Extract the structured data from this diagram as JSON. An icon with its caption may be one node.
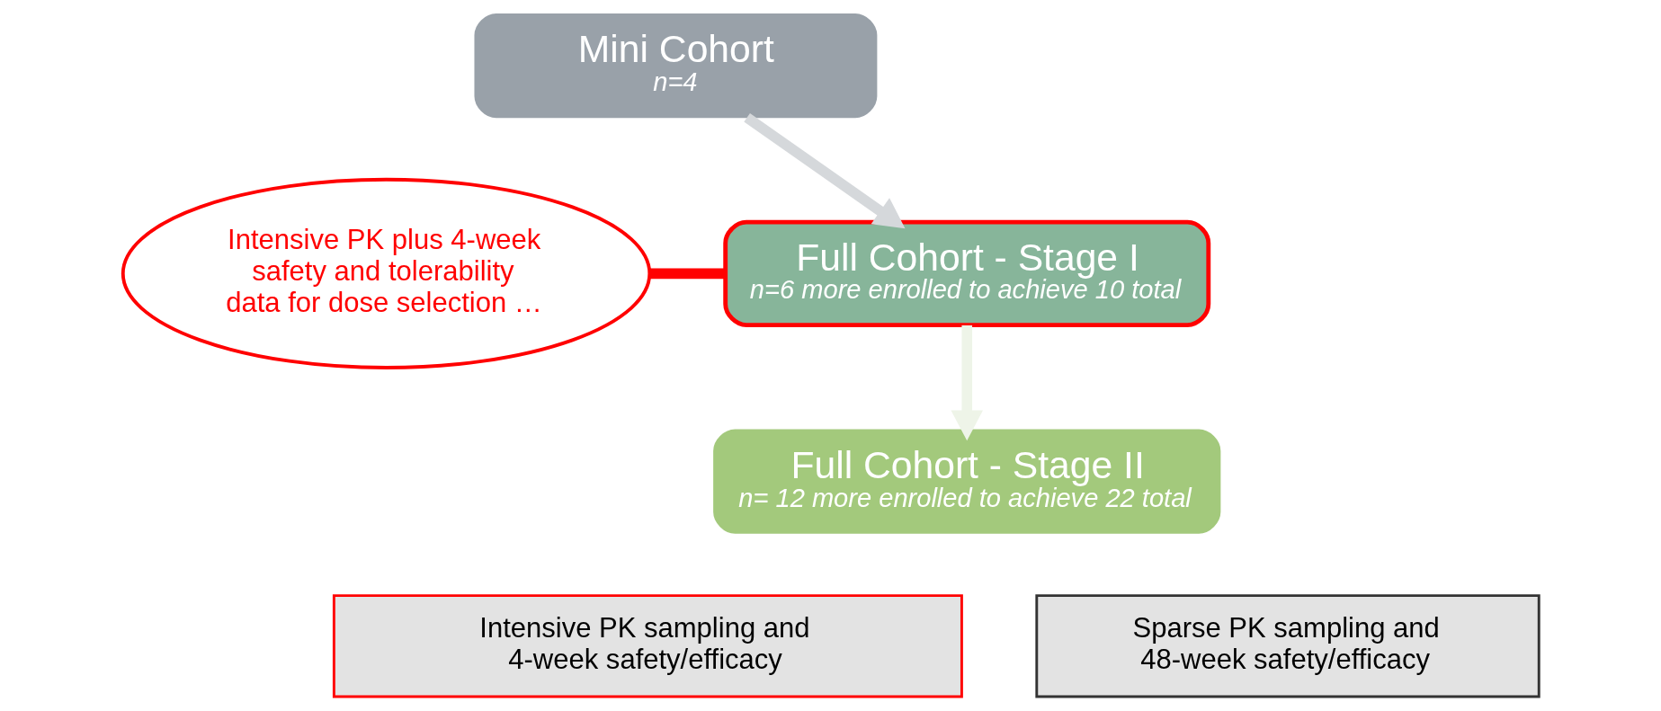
{
  "diagram": {
    "nodes": [
      {
        "text": [
          "Mini Cohort",
          "n=4"
        ]
      },
      {
        "text": [
          "Full Cohort - Stage I",
          "n=6 more enrolled to achieve 10 total"
        ]
      },
      {
        "text": [
          "Full Cohort - Stage II",
          "n= 12 more enrolled to achieve 22 total"
        ]
      },
      {
        "text": [
          "Intensive PK plus 4-week safety and tolerability data for dose selection …"
        ]
      },
      {
        "text": [
          "Intensive PK sampling and 4-week safety/efficacy"
        ]
      },
      {
        "text": [
          "Sparse PK sampling and 48-week safety/efficacy"
        ]
      }
    ],
    "edges": [
      {
        "from": 0,
        "to": 1,
        "arrow": "to",
        "color": "#d5d8db"
      },
      {
        "from": 1,
        "to": 2,
        "arrow": "to",
        "color": "#eef4e8"
      },
      {
        "from": 3,
        "to": 1,
        "arrow": "none",
        "color": "#ff0000"
      }
    ]
  }
}
